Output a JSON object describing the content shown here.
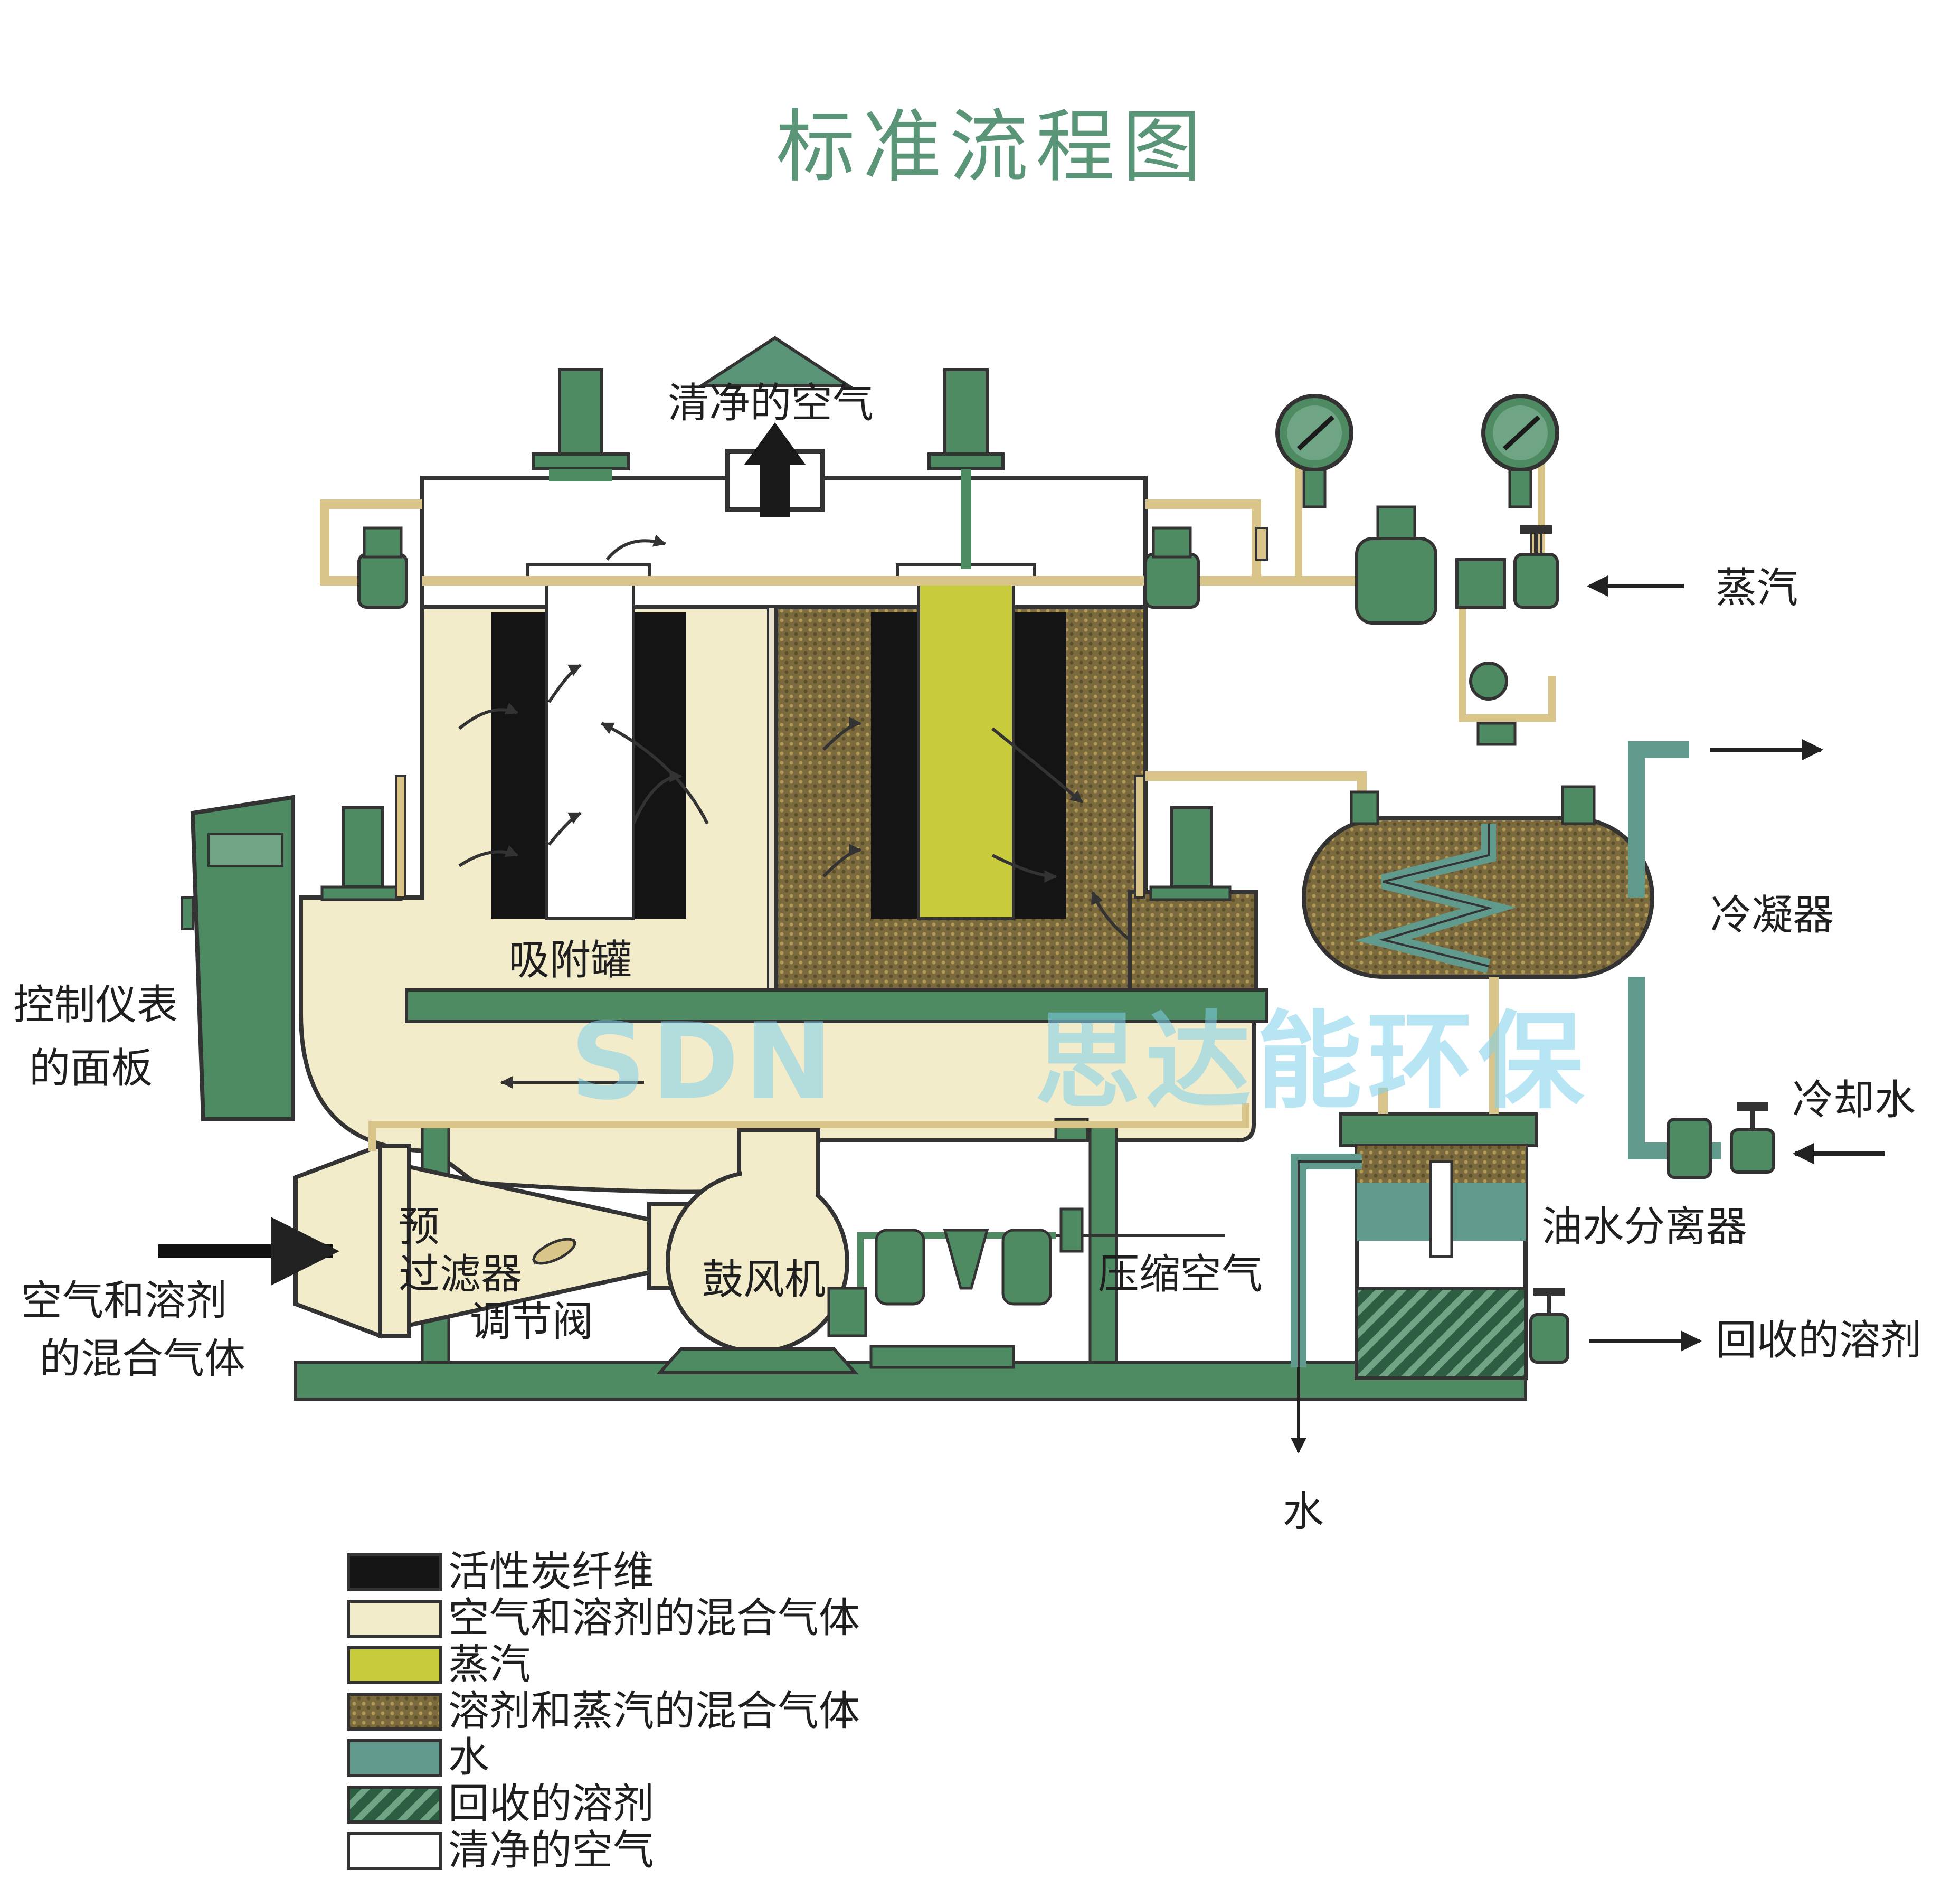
{
  "title": "标准流程图",
  "watermark": {
    "brand": "SDN",
    "company": "思达能环保"
  },
  "labels": {
    "clean_air_top": "清净的空气",
    "steam_in": "蒸汽",
    "condenser": "冷凝器",
    "adsorption_tank": "吸附罐",
    "control_panel_line1": "控制仪表",
    "control_panel_line2": "的面板",
    "cooling_water": "冷却水",
    "oil_water_separator": "油水分离器",
    "recovered_solvent": "回收的溶剂",
    "inlet_line1": "空气和溶剂",
    "inlet_line2": "的混合气体",
    "prefilter_char1": "预",
    "prefilter_rest": "过滤器",
    "regulating_valve": "调节阀",
    "blower": "鼓风机",
    "compressed_air": "压缩空气",
    "water_out": "水"
  },
  "legend": [
    {
      "label": "活性炭纤维",
      "color": "#141414",
      "pattern": "solid"
    },
    {
      "label": "空气和溶剂的混合气体",
      "color": "#f3eccb",
      "pattern": "solid"
    },
    {
      "label": "蒸汽",
      "color": "#c8cb3c",
      "pattern": "solid"
    },
    {
      "label": "溶剂和蒸汽的混合气体",
      "color": "#7a6a3e",
      "pattern": "dots"
    },
    {
      "label": "水",
      "color": "#5f9a8c",
      "pattern": "solid"
    },
    {
      "label": "回收的溶剂",
      "color": "#2e5e42",
      "pattern": "hatch"
    },
    {
      "label": "清净的空气",
      "color": "#ffffff",
      "pattern": "solid"
    }
  ],
  "colors": {
    "title": "#5a9578",
    "equipment_green": "#4e8a62",
    "mixture_cream": "#f3eccb",
    "steam_yellow": "#c8cb3c",
    "solvent_steam_brown": "#7a6a3e",
    "water_teal": "#5f9a8c",
    "recovered_solvent": "#2e5e42",
    "pipe_tan": "#d9c58a",
    "watermark": "#7fd0ea"
  }
}
